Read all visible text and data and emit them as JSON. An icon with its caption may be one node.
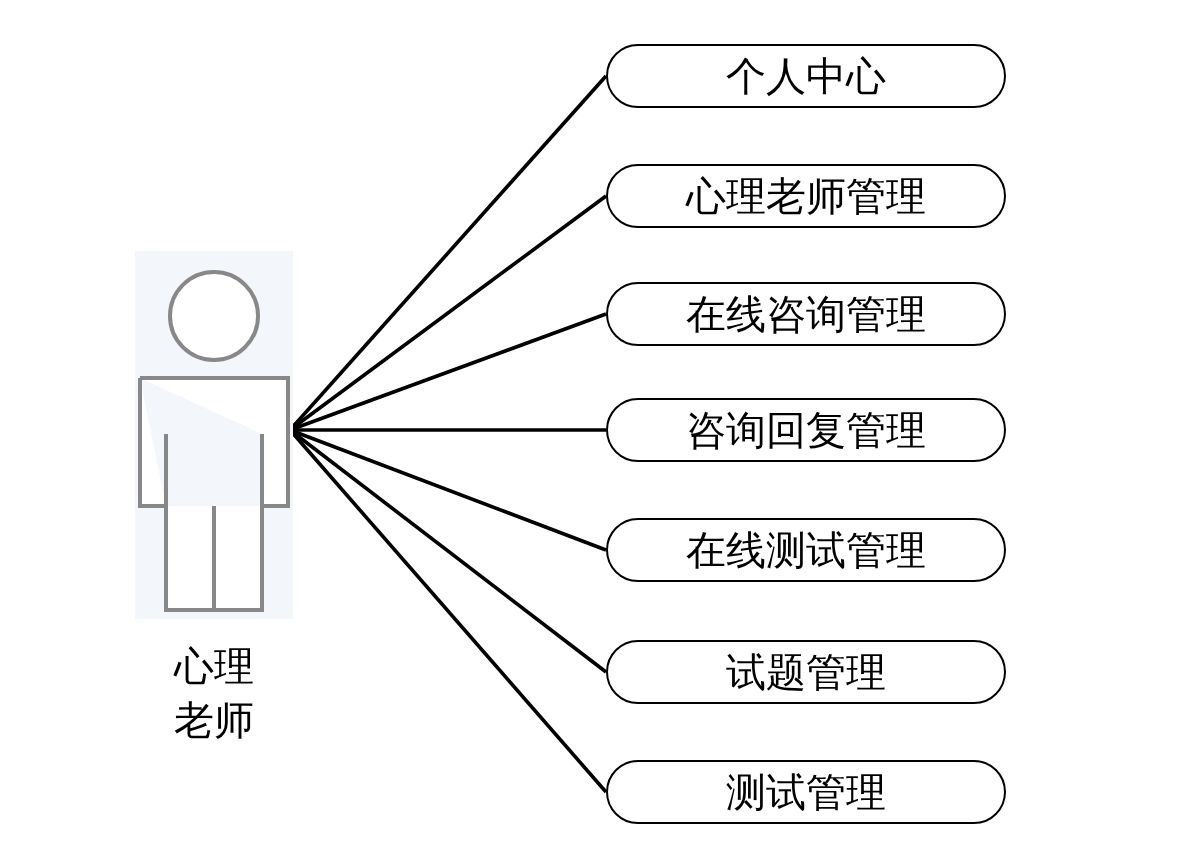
{
  "diagram": {
    "nodes": [
      {
        "text": [
          "心理老师"
        ]
      },
      {
        "text": [
          "个人中心"
        ]
      },
      {
        "text": [
          "心理老师管理"
        ]
      },
      {
        "text": [
          "在线咨询管理"
        ]
      },
      {
        "text": [
          "咨询回复管理"
        ]
      },
      {
        "text": [
          "在线测试管理"
        ]
      },
      {
        "text": [
          "试题管理"
        ]
      },
      {
        "text": [
          "测试管理"
        ]
      }
    ],
    "edges": [
      {
        "from": 0,
        "to": 1,
        "arrow": "none"
      },
      {
        "from": 0,
        "to": 2,
        "arrow": "none"
      },
      {
        "from": 0,
        "to": 3,
        "arrow": "none"
      },
      {
        "from": 0,
        "to": 4,
        "arrow": "none"
      },
      {
        "from": 0,
        "to": 5,
        "arrow": "none"
      },
      {
        "from": 0,
        "to": 6,
        "arrow": "none"
      },
      {
        "from": 0,
        "to": 7,
        "arrow": "none"
      }
    ]
  }
}
